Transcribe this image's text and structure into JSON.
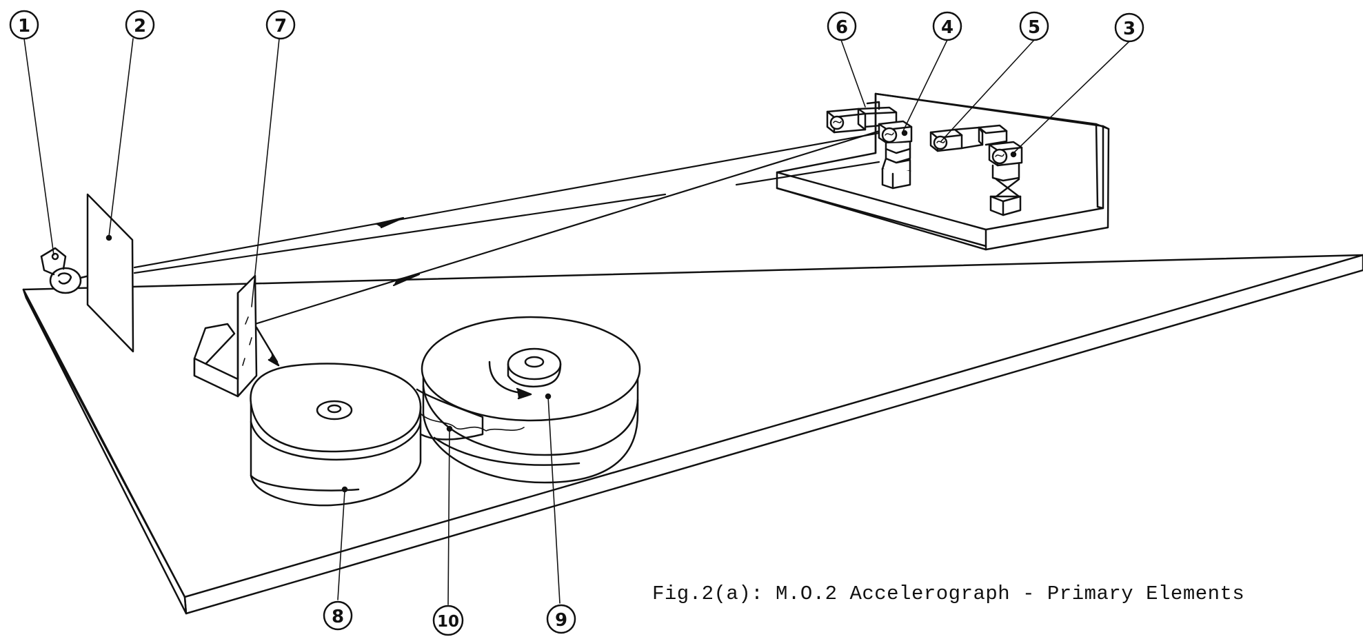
{
  "diagram": {
    "caption": "Fig.2(a): M.O.2 Accelerograph - Primary Elements",
    "callouts": [
      {
        "id": "1",
        "label": "1"
      },
      {
        "id": "2",
        "label": "2"
      },
      {
        "id": "3",
        "label": "3"
      },
      {
        "id": "4",
        "label": "4"
      },
      {
        "id": "5",
        "label": "5"
      },
      {
        "id": "6",
        "label": "6"
      },
      {
        "id": "7",
        "label": "7"
      },
      {
        "id": "8",
        "label": "8"
      },
      {
        "id": "9",
        "label": "9"
      },
      {
        "id": "10",
        "label": "10"
      }
    ],
    "ink_color": "#111111",
    "background": "#ffffff"
  }
}
